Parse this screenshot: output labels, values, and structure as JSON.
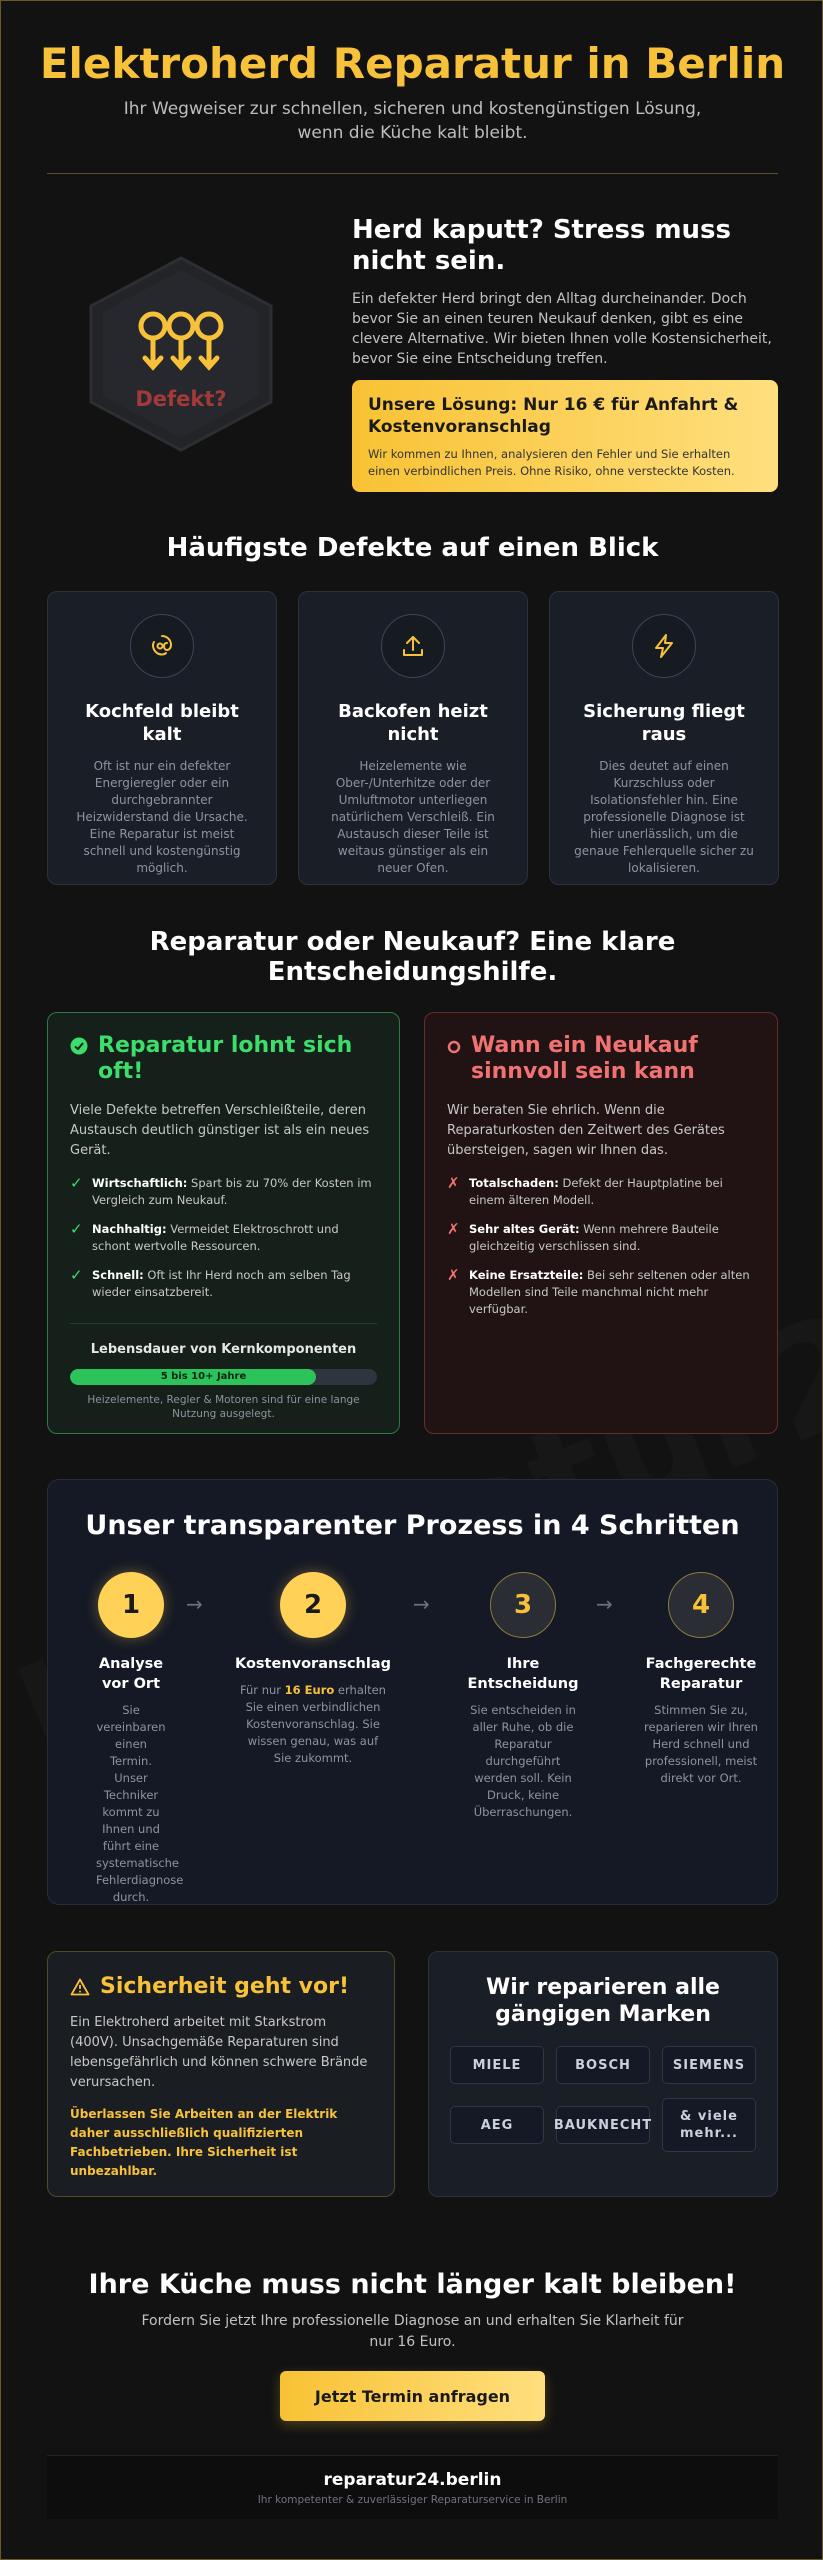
{
  "header": {
    "title": "Elektroherd Reparatur in Berlin",
    "subtitle": "Ihr Wegweiser zur schnellen, sicheren und kostengünstigen Lösung, wenn die Küche kalt bleibt."
  },
  "intro": {
    "badge_text": "Defekt?",
    "heading": "Herd kaputt? Stress muss nicht sein.",
    "text": "Ein defekter Herd bringt den Alltag durcheinander. Doch bevor Sie an einen teuren Neukauf denken, gibt es eine clevere Alternative. Wir bieten Ihnen volle Kostensicherheit, bevor Sie eine Entscheidung treffen.",
    "solution_title": "Unsere Lösung: Nur 16 € für Anfahrt & Kostenvoranschlag",
    "solution_text": "Wir kommen zu Ihnen, analysieren den Fehler und Sie erhalten einen verbindlichen Preis. Ohne Risiko, ohne versteckte Kosten."
  },
  "defects": {
    "title": "Häufigste Defekte auf einen Blick",
    "items": [
      {
        "icon": "stove-ring-icon",
        "title": "Kochfeld bleibt kalt",
        "text": "Oft ist nur ein defekter Energieregler oder ein durchgebrannter Heizwiderstand die Ursache. Eine Reparatur ist meist schnell und kostengünstig möglich."
      },
      {
        "icon": "upload-arrow-icon",
        "title": "Backofen heizt nicht",
        "text": "Heizelemente wie Ober-/Unterhitze oder der Umluftmotor unterliegen natürlichem Verschleiß. Ein Austausch dieser Teile ist weitaus günstiger als ein neuer Ofen."
      },
      {
        "icon": "lightning-icon",
        "title": "Sicherung fliegt raus",
        "text": "Dies deutet auf einen Kurzschluss oder Isolationsfehler hin. Eine professionelle Diagnose ist hier unerlässlich, um die genaue Fehlerquelle sicher zu lokalisieren."
      }
    ]
  },
  "decision": {
    "title": "Reparatur oder Neukauf? Eine klare Entscheidungshilfe.",
    "repair": {
      "heading": "Reparatur lohnt sich oft!",
      "text": "Viele Defekte betreffen Verschleißteile, deren Austausch deutlich günstiger ist als ein neues Gerät.",
      "points": [
        {
          "bold": "Wirtschaftlich:",
          "text": " Spart bis zu 70% der Kosten im Vergleich zum Neukauf."
        },
        {
          "bold": "Nachhaltig:",
          "text": " Vermeidet Elektroschrott und schont wertvolle Ressourcen."
        },
        {
          "bold": "Schnell:",
          "text": " Oft ist Ihr Herd noch am selben Tag wieder einsatzbereit."
        }
      ],
      "lifespan_title": "Lebensdauer von Kernkomponenten",
      "lifespan_bar_label": "5 bis 10+ Jahre",
      "lifespan_fill_fraction": 0.8,
      "lifespan_note": "Heizelemente, Regler & Motoren sind für eine lange Nutzung ausgelegt."
    },
    "new": {
      "heading": "Wann ein Neukauf sinnvoll sein kann",
      "text": "Wir beraten Sie ehrlich. Wenn die Reparaturkosten den Zeitwert des Gerätes übersteigen, sagen wir Ihnen das.",
      "points": [
        {
          "bold": "Totalschaden:",
          "text": " Defekt der Hauptplatine bei einem älteren Modell."
        },
        {
          "bold": "Sehr altes Gerät:",
          "text": " Wenn mehrere Bauteile gleichzeitig verschlissen sind."
        },
        {
          "bold": "Keine Ersatzteile:",
          "text": " Bei sehr seltenen oder alten Modellen sind Teile manchmal nicht mehr verfügbar."
        }
      ]
    }
  },
  "process": {
    "title": "Unser transparenter Prozess in 4 Schritten",
    "steps": [
      {
        "num": "1",
        "title": "Analyse vor Ort",
        "text": "Sie vereinbaren einen Termin. Unser Techniker kommt zu Ihnen und führt eine systematische Fehlerdiagnose durch."
      },
      {
        "num": "2",
        "title": "Kostenvoranschlag",
        "text_before": "Für nur ",
        "highlight": "16 Euro",
        "text_after": " erhalten Sie einen verbindlichen Kostenvoranschlag. Sie wissen genau, was auf Sie zukommt."
      },
      {
        "num": "3",
        "title": "Ihre Entscheidung",
        "text": "Sie entscheiden in aller Ruhe, ob die Reparatur durchgeführt werden soll. Kein Druck, keine Überraschungen."
      },
      {
        "num": "4",
        "title": "Fachgerechte Reparatur",
        "text": "Stimmen Sie zu, reparieren wir Ihren Herd schnell und professionell, meist direkt vor Ort."
      }
    ],
    "arrow": "→"
  },
  "safety": {
    "heading": "Sicherheit geht vor!",
    "text": "Ein Elektroherd arbeitet mit Starkstrom (400V). Unsachgemäße Reparaturen sind lebensgefährlich und können schwere Brände verursachen.",
    "warning": "Überlassen Sie Arbeiten an der Elektrik daher ausschließlich qualifizierten Fachbetrieben. Ihre Sicherheit ist unbezahlbar."
  },
  "brands": {
    "heading": "Wir reparieren alle gängigen Marken",
    "items": [
      "MIELE",
      "BOSCH",
      "SIEMENS",
      "AEG",
      "BAUKNECHT",
      "& viele mehr..."
    ]
  },
  "cta": {
    "title": "Ihre Küche muss nicht länger kalt bleiben!",
    "subtitle": "Fordern Sie jetzt Ihre professionelle Diagnose an und erhalten Sie Klarheit für nur 16 Euro.",
    "button": "Jetzt Termin anfragen"
  },
  "footer": {
    "domain": "reparatur24.berlin",
    "tagline": "Ihr kompetenter & zuverlässiger Reparaturservice in Berlin"
  },
  "colors": {
    "accent": "#f7c23a",
    "green": "#3ddc6c",
    "red": "#f07272",
    "background": "#121212"
  }
}
